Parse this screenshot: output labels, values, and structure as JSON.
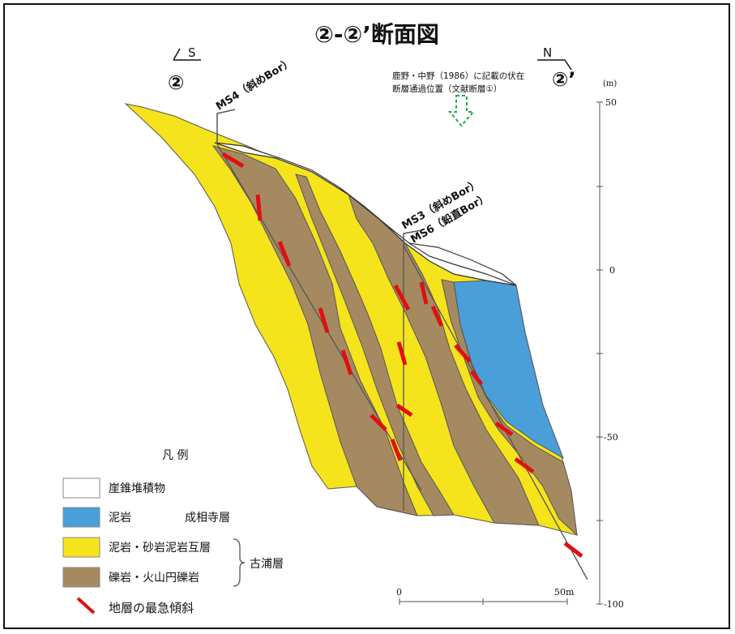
{
  "title": "②-②’断面図",
  "direction": {
    "left": "S",
    "right": "N"
  },
  "endpoints": {
    "left": "②",
    "right": "②’"
  },
  "annotation": {
    "line1": "鹿野・中野（1986）に記載の伏在",
    "line2": "断層通過位置（文献断層①）"
  },
  "boreholes": [
    {
      "label": "MS4（斜めBor）"
    },
    {
      "label": "MS3（斜めBor）"
    },
    {
      "label": "MS6（鉛直Bor）"
    }
  ],
  "elevation_axis": {
    "unit": "(m)",
    "ticks": [
      "50",
      "0",
      "-50",
      "-100"
    ]
  },
  "scale_bar": {
    "start": "0",
    "end": "50m"
  },
  "legend": {
    "title": "凡 例",
    "items": [
      {
        "label": "崖錐堆積物",
        "color": "#ffffff"
      },
      {
        "label": "泥岩",
        "color": "#4a9fd8",
        "formation": "成相寺層"
      },
      {
        "label": "泥岩・砂岩泥岩互層",
        "color": "#f5e31c"
      },
      {
        "label": "礫岩・火山円礫岩",
        "color": "#a58a61"
      }
    ],
    "group_label": "古浦層",
    "dip_label": "地層の最急傾斜",
    "dip_color": "#e01010"
  },
  "colors": {
    "sand_mud": "#f5e31c",
    "conglomerate": "#a58a61",
    "mudstone": "#4a9fd8",
    "dip": "#e01010",
    "arrow": "#22a84a"
  }
}
